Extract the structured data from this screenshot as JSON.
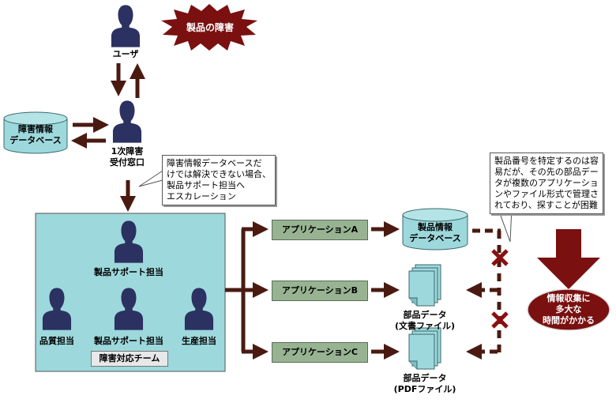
{
  "colors": {
    "person": "#2b3160",
    "arrow": "#4a1a10",
    "dark_red": "#7a1010",
    "cylinder": "#9dd8dc",
    "team_bg": "#9dd8dc",
    "app_box": "#97b392"
  },
  "burst": {
    "label": "製品の障害",
    "icon": "explosion-burst"
  },
  "user": {
    "label": "ユーザ",
    "icon": "person-icon"
  },
  "first_line": {
    "label_line1": "1次障害",
    "label_line2": "受付窓口",
    "icon": "person-icon"
  },
  "incident_db": {
    "line1": "障害情報",
    "line2": "データベース",
    "icon": "database-cylinder"
  },
  "escalation_callout": {
    "lines": [
      "障害情報データベースだ",
      "けでは解決できない場合、",
      "製品サポート担当へ",
      "エスカレーション"
    ]
  },
  "team": {
    "label": "障害対応チーム",
    "members": [
      {
        "label": "製品サポート担当",
        "icon": "person-icon"
      },
      {
        "label": "品質担当",
        "icon": "person-icon"
      },
      {
        "label": "製品サポート担当",
        "icon": "person-icon"
      },
      {
        "label": "生産担当",
        "icon": "person-icon"
      }
    ]
  },
  "applications": [
    {
      "label": "アプリケーションA"
    },
    {
      "label": "アプリケーションB"
    },
    {
      "label": "アプリケーションC"
    }
  ],
  "product_db": {
    "line1": "製品情報",
    "line2": "データベース",
    "icon": "database-cylinder"
  },
  "parts_docs": [
    {
      "line1": "部品データ",
      "line2": "(文書ファイル)",
      "icon": "document-stack-icon"
    },
    {
      "line1": "部品データ",
      "line2": "(PDFファイル)",
      "icon": "document-stack-icon"
    }
  ],
  "problem_callout": {
    "lines": [
      "製品番号を特定するのは容",
      "易だが、その先の部品デー",
      "タが複数のアプリケーショ",
      "ンやファイル形式で管理さ",
      "れており、探すことが困難"
    ]
  },
  "result": {
    "lines": [
      "情報収集に",
      "多大な",
      "時間がかかる"
    ]
  }
}
